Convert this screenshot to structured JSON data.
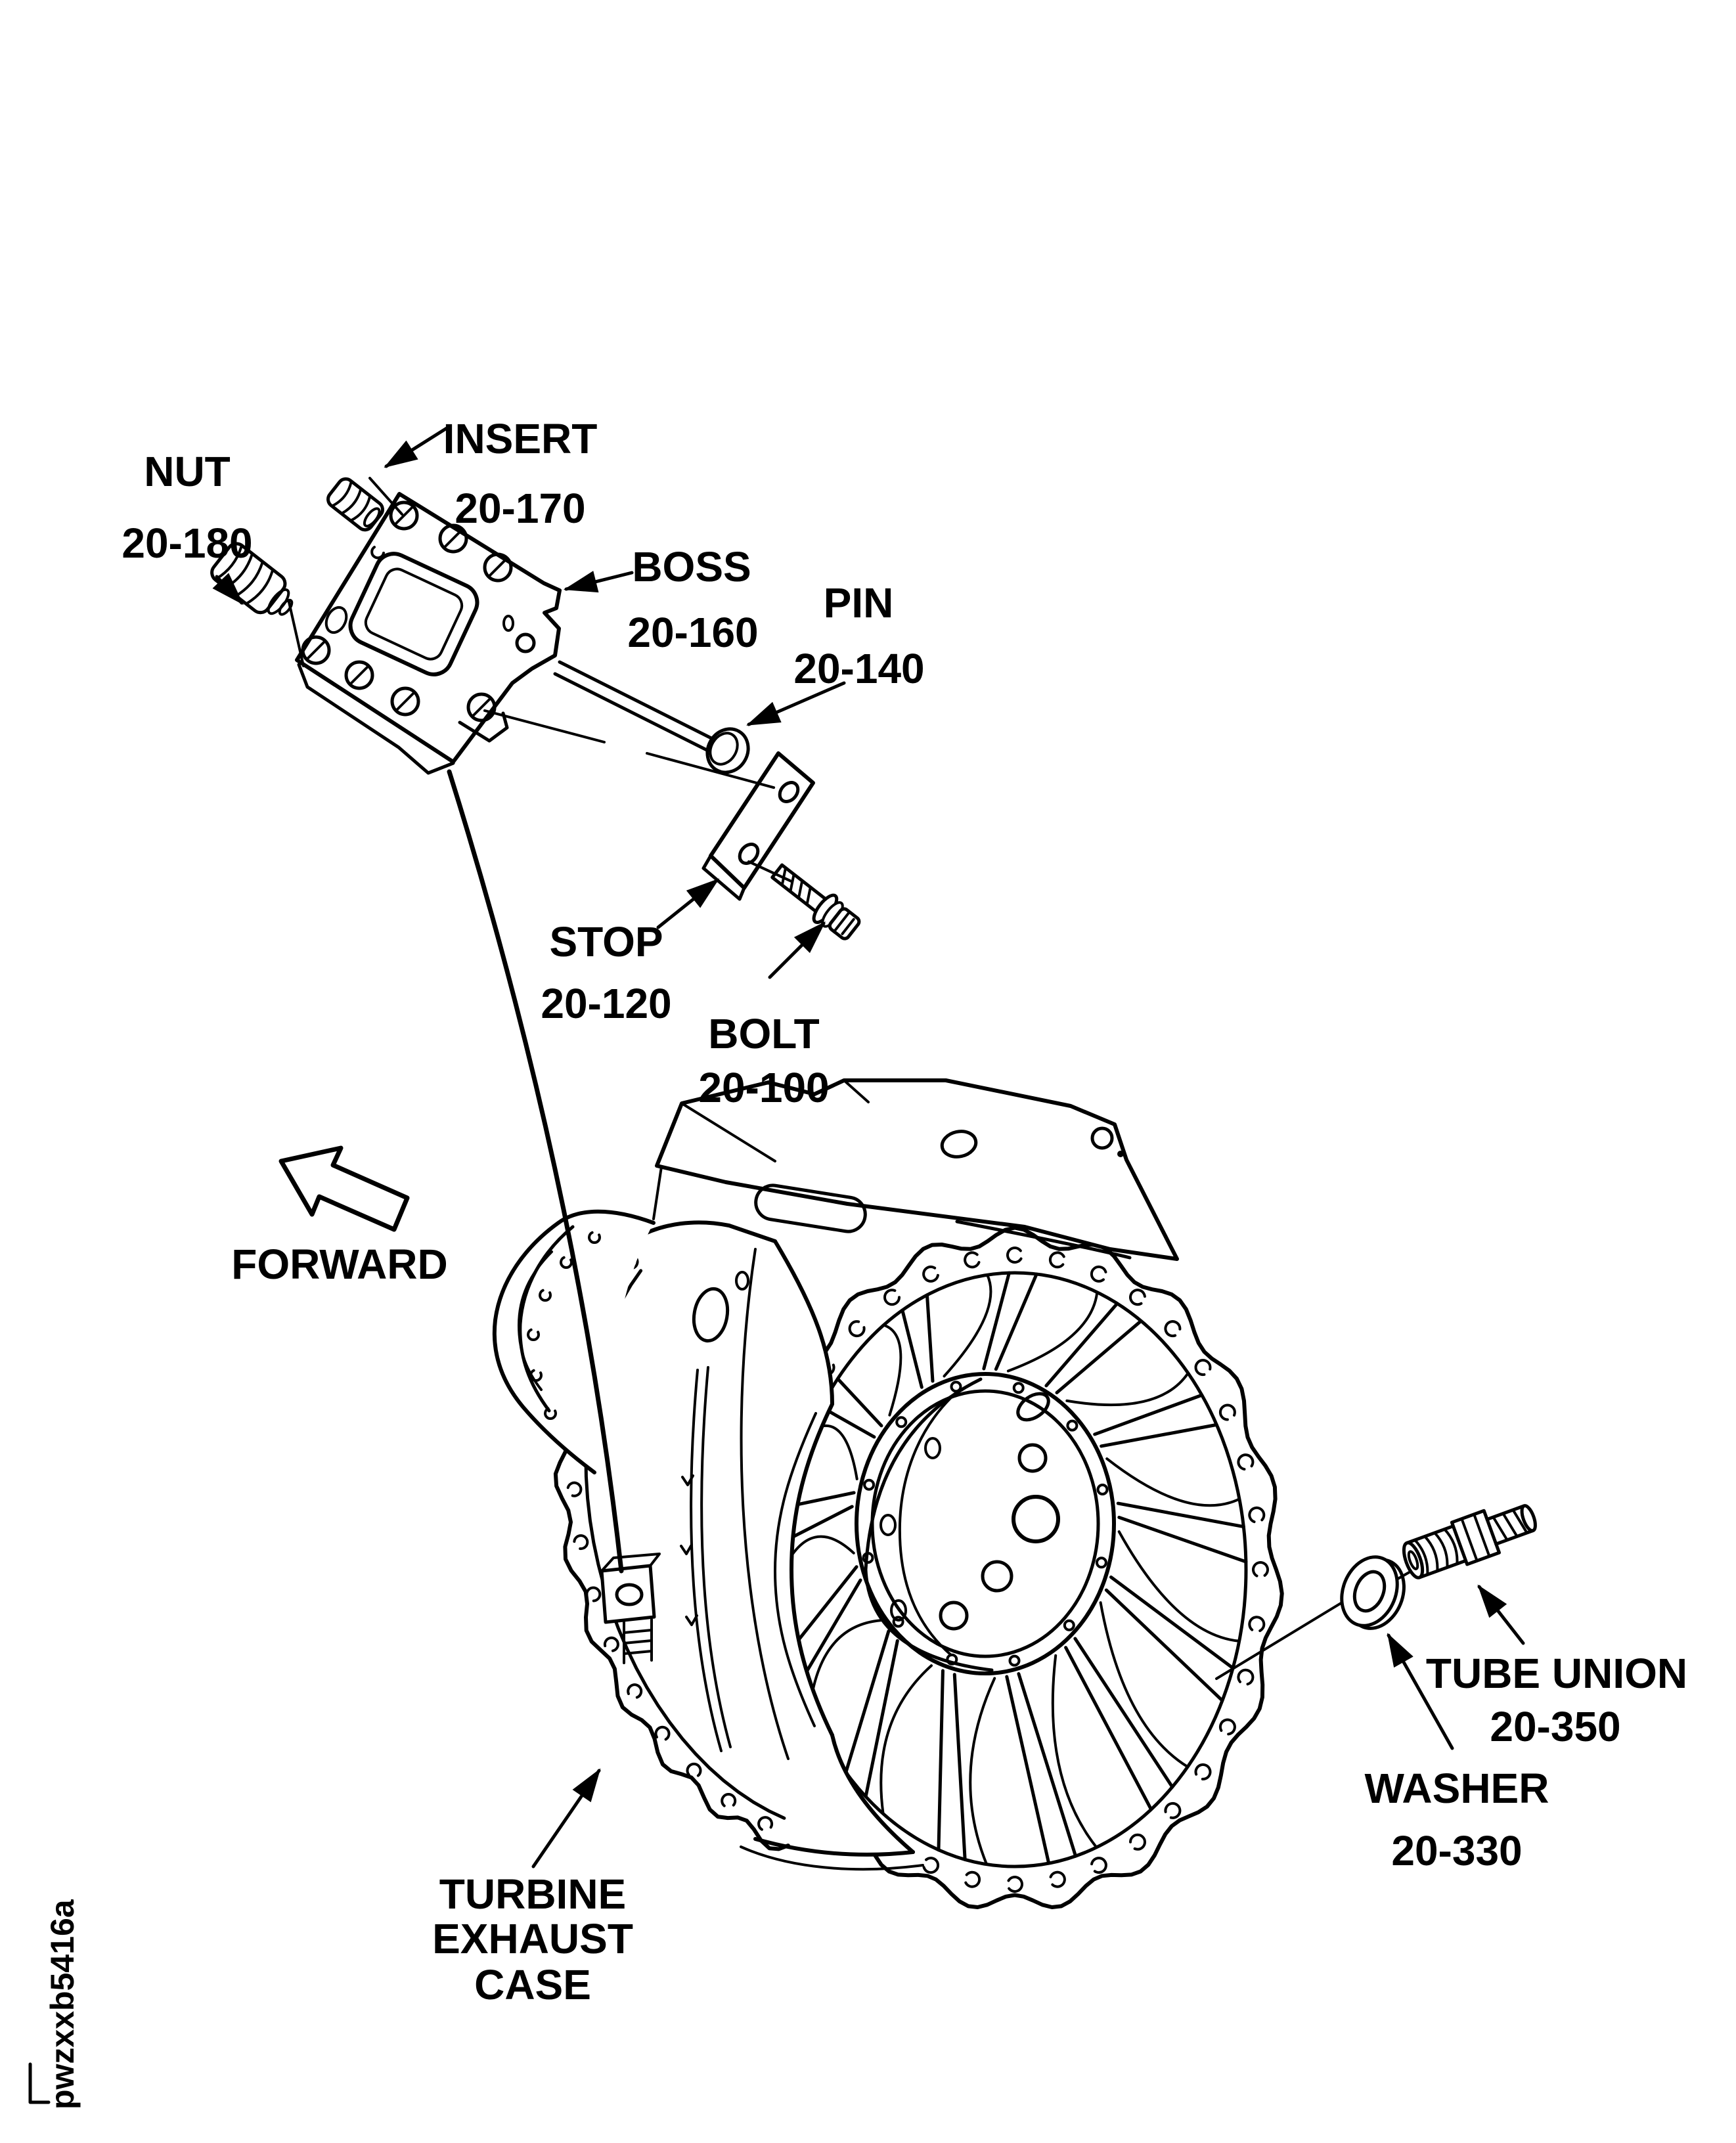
{
  "figure": {
    "type": "exploded-parts-diagram",
    "footer_code": "pwzxxb5416a",
    "orientation_label": "FORWARD",
    "case_label": {
      "line1": "TURBINE",
      "line2": "EXHAUST",
      "line3": "CASE"
    },
    "parts": [
      {
        "name": "NUT",
        "number": "20-180"
      },
      {
        "name": "INSERT",
        "number": "20-170"
      },
      {
        "name": "BOSS",
        "number": "20-160"
      },
      {
        "name": "PIN",
        "number": "20-140"
      },
      {
        "name": "STOP",
        "number": "20-120"
      },
      {
        "name": "BOLT",
        "number": "20-100"
      },
      {
        "name": "TUBE UNION",
        "number": "20-350"
      },
      {
        "name": "WASHER",
        "number": "20-330"
      }
    ],
    "colors": {
      "ink": "#000000",
      "paper": "#ffffff"
    }
  }
}
